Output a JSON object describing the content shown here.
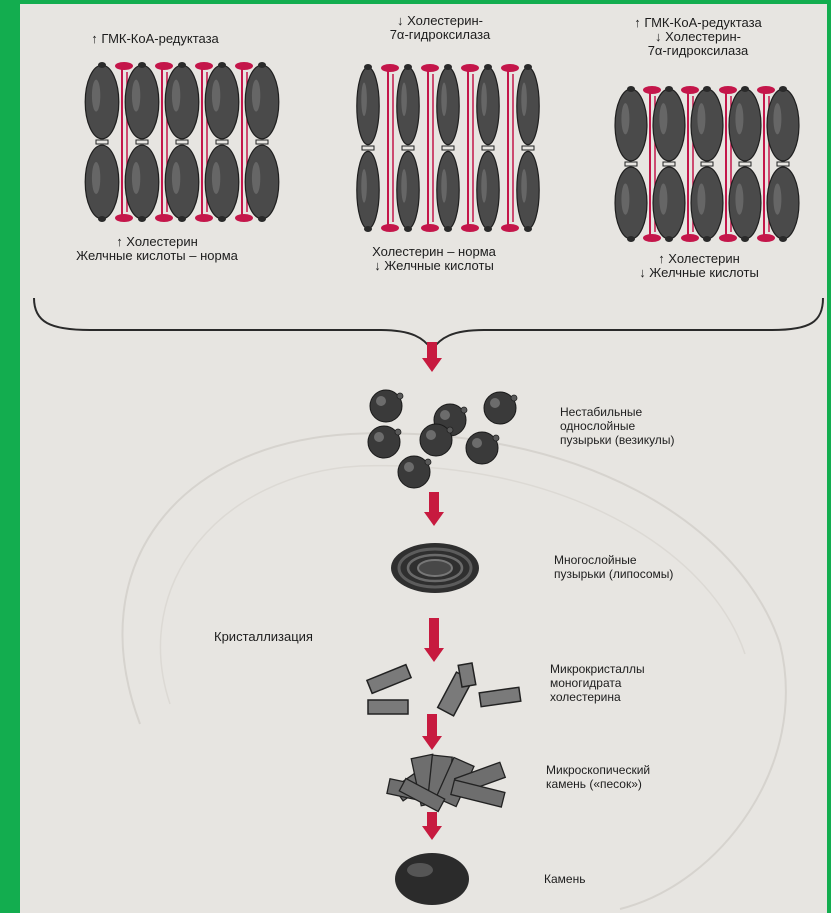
{
  "colors": {
    "frame": "#13ad4f",
    "page": "#e7e5e1",
    "lipid_head": "#4a4a4a",
    "cholesterol": "#c4164a",
    "arrow": "#c71a3f",
    "text": "#1d1d1d"
  },
  "panels": [
    {
      "top_label": "↑ ГМК-КоА-редуктаза",
      "bottom_label": "↑ Холестерин\nЖелчные кислоты – норма"
    },
    {
      "top_label": "↓ Холестерин-\n7α-гидроксилаза",
      "bottom_label": "Холестерин – норма\n↓ Желчные кислоты"
    },
    {
      "top_label": "↑ ГМК-КоА-редуктаза\n↓ Холестерин-\n7α-гидроксилаза",
      "bottom_label": "↑ Холестерин\n↓ Желчные кислоты"
    }
  ],
  "stages": [
    {
      "label": "Нестабильные\nоднослойные\nпузырьки (везикулы)"
    },
    {
      "label": "Многослойные\nпузырьки (липосомы)"
    },
    {
      "label": "Микрокристаллы\nмоногидрата\nхолестерина"
    },
    {
      "label": "Микроскопический\nкамень («песок»)"
    },
    {
      "label": "Камень"
    }
  ],
  "side_label": "Кристаллизация"
}
